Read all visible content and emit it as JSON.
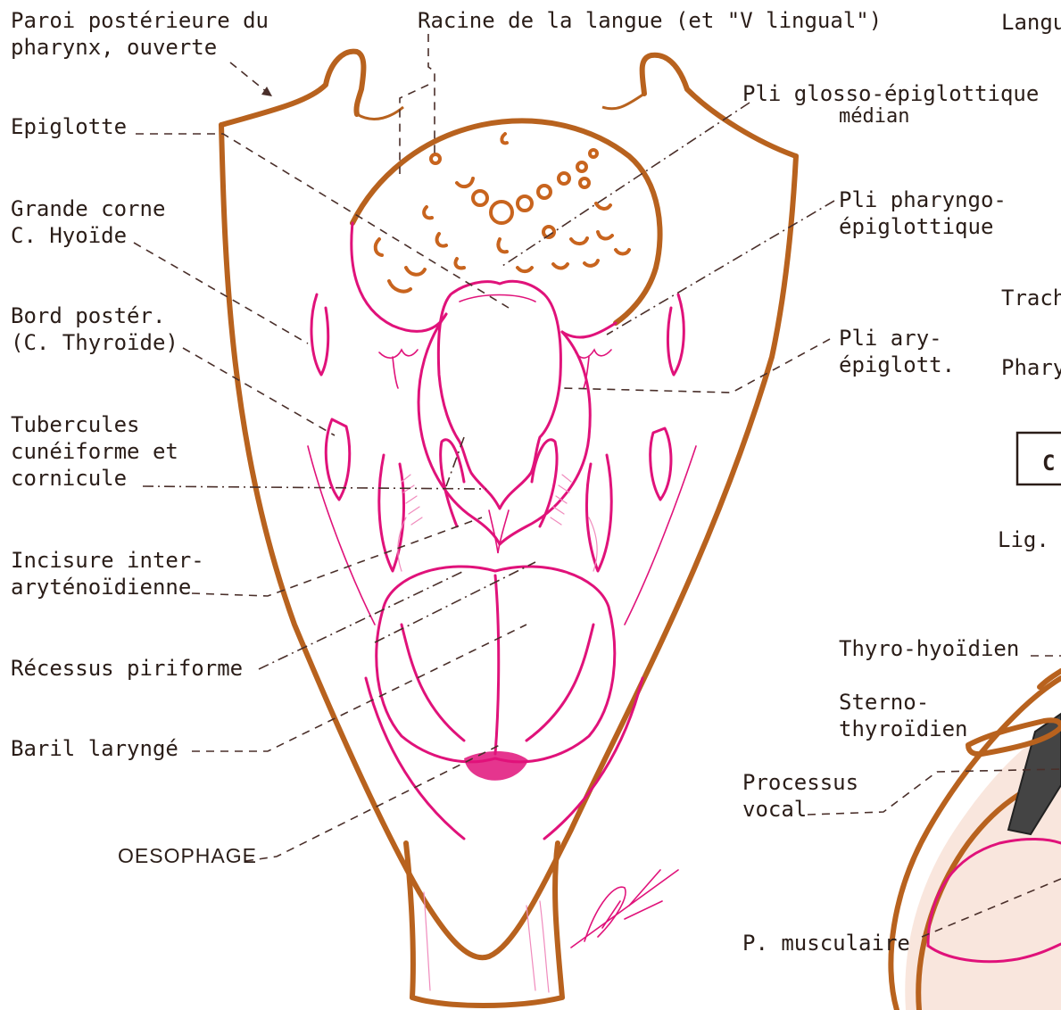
{
  "labels": {
    "paroi_1": "Paroi postérieure du",
    "paroi_2": "pharynx, ouverte",
    "racine": "Racine de la langue (et \"V lingual\")",
    "langu": "Langu",
    "pli_glosso_1": "Pli glosso-épiglottique",
    "pli_glosso_2": "médian",
    "epiglotte": "Epiglotte",
    "grande_corne_1": "Grande corne",
    "grande_corne_2": "C. Hyoïde",
    "pli_pharyngo_1": "Pli pharyngo-",
    "pli_pharyngo_2": "épiglottique",
    "trach": "Trach",
    "bord_1": "Bord postér.",
    "bord_2": "(C. Thyroïde)",
    "pli_ary_1": "Pli ary-",
    "pli_ary_2": "épiglott.",
    "phary": "Phary",
    "tubercules_1": "Tubercules",
    "tubercules_2": "cunéiforme  et",
    "tubercules_3": "cornicule",
    "boxed": "C",
    "lig": "Lig.",
    "incisure_1": "Incisure inter-",
    "incisure_2": "aryténoïdienne",
    "thyro_hyoidien": "Thyro-hyoïdien",
    "recessus": "Récessus piriforme",
    "sterno_1": "Sterno-",
    "sterno_2": "thyroïdien",
    "baril": "Baril laryngé",
    "processus_1": "Processus",
    "processus_2": "vocal",
    "oesophage": "OESOPHAGE",
    "p_musculaire": "P. musculaire"
  },
  "colors": {
    "pharynx_outline": "#b8621e",
    "mucosa": "#e0127a",
    "leader_lines": "#4a2f2a",
    "text": "#2a1d18"
  }
}
